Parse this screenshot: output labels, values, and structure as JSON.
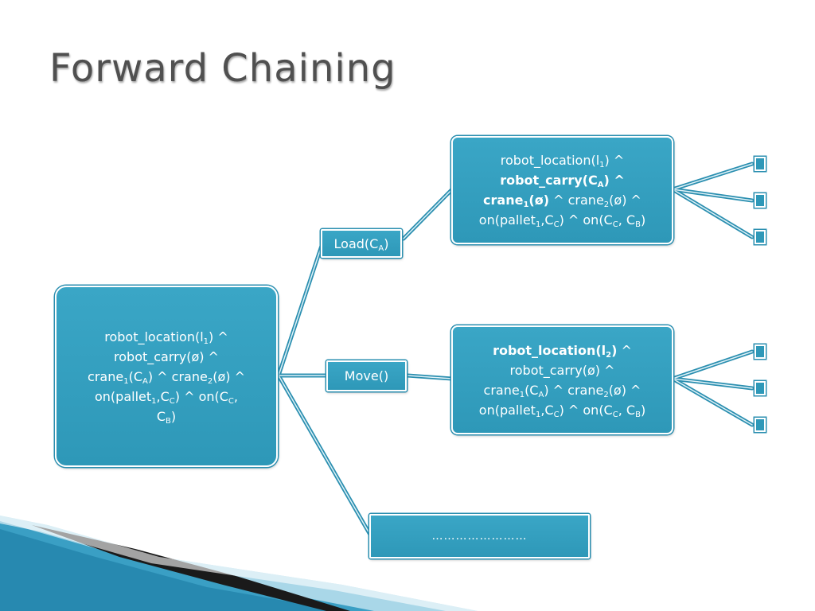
{
  "title": "Forward Chaining",
  "root": {
    "l1": "robot_location(l",
    "l1_sub": "1",
    "l1_end": ") ^",
    "l2": "robot_carry(ø) ^",
    "l3a": "crane",
    "l3a_sub": "1",
    "l3b": "(C",
    "l3b_sub": "A",
    "l3c": ") ^ crane",
    "l3c_sub": "2",
    "l3d": "(ø) ^",
    "l4a": "on(pallet",
    "l4a_sub": "1",
    "l4b": ",C",
    "l4b_sub": "C",
    "l4c": ") ^ on(C",
    "l4c_sub": "C",
    "l4d": ",",
    "l5a": "C",
    "l5a_sub": "B",
    "l5b": ")"
  },
  "actions": {
    "load_a": "Load(C",
    "load_sub": "A",
    "load_b": ")",
    "move": "Move()"
  },
  "load_state": {
    "l1": "robot_location(l",
    "l1_sub": "1",
    "l1_end": ") ^",
    "l2a": "robot_carry(C",
    "l2a_sub": "A",
    "l2b": ") ^",
    "l3a": "crane",
    "l3a_sub": "1",
    "l3b": "(ø)",
    "l3c": " ^ crane",
    "l3c_sub": "2",
    "l3d": "(ø) ^",
    "l4a": "on(pallet",
    "l4a_sub": "1",
    "l4b": ",C",
    "l4b_sub": "C",
    "l4c": ") ^ on(C",
    "l4c_sub": "C",
    "l4d": ", C",
    "l4d_sub": "B",
    "l4e": ")"
  },
  "move_state": {
    "l1": "robot_location(l",
    "l1_sub": "2",
    "l1_end": ")",
    "l1_tail": " ^",
    "l2": "robot_carry(ø) ^",
    "l3a": "crane",
    "l3a_sub": "1",
    "l3b": "(C",
    "l3b_sub": "A",
    "l3c": ") ^ crane",
    "l3c_sub": "2",
    "l3d": "(ø) ^",
    "l4a": "on(pallet",
    "l4a_sub": "1",
    "l4b": ",C",
    "l4b_sub": "C",
    "l4c": ") ^ on(C",
    "l4c_sub": "C",
    "l4d": ", C",
    "l4d_sub": "B",
    "l4e": ")"
  },
  "ellipsis": "……………………",
  "colors": {
    "node_fill": "#2e98b8",
    "node_border": "#ffffff",
    "edge": "#2b8fb0",
    "title": "#505050"
  }
}
